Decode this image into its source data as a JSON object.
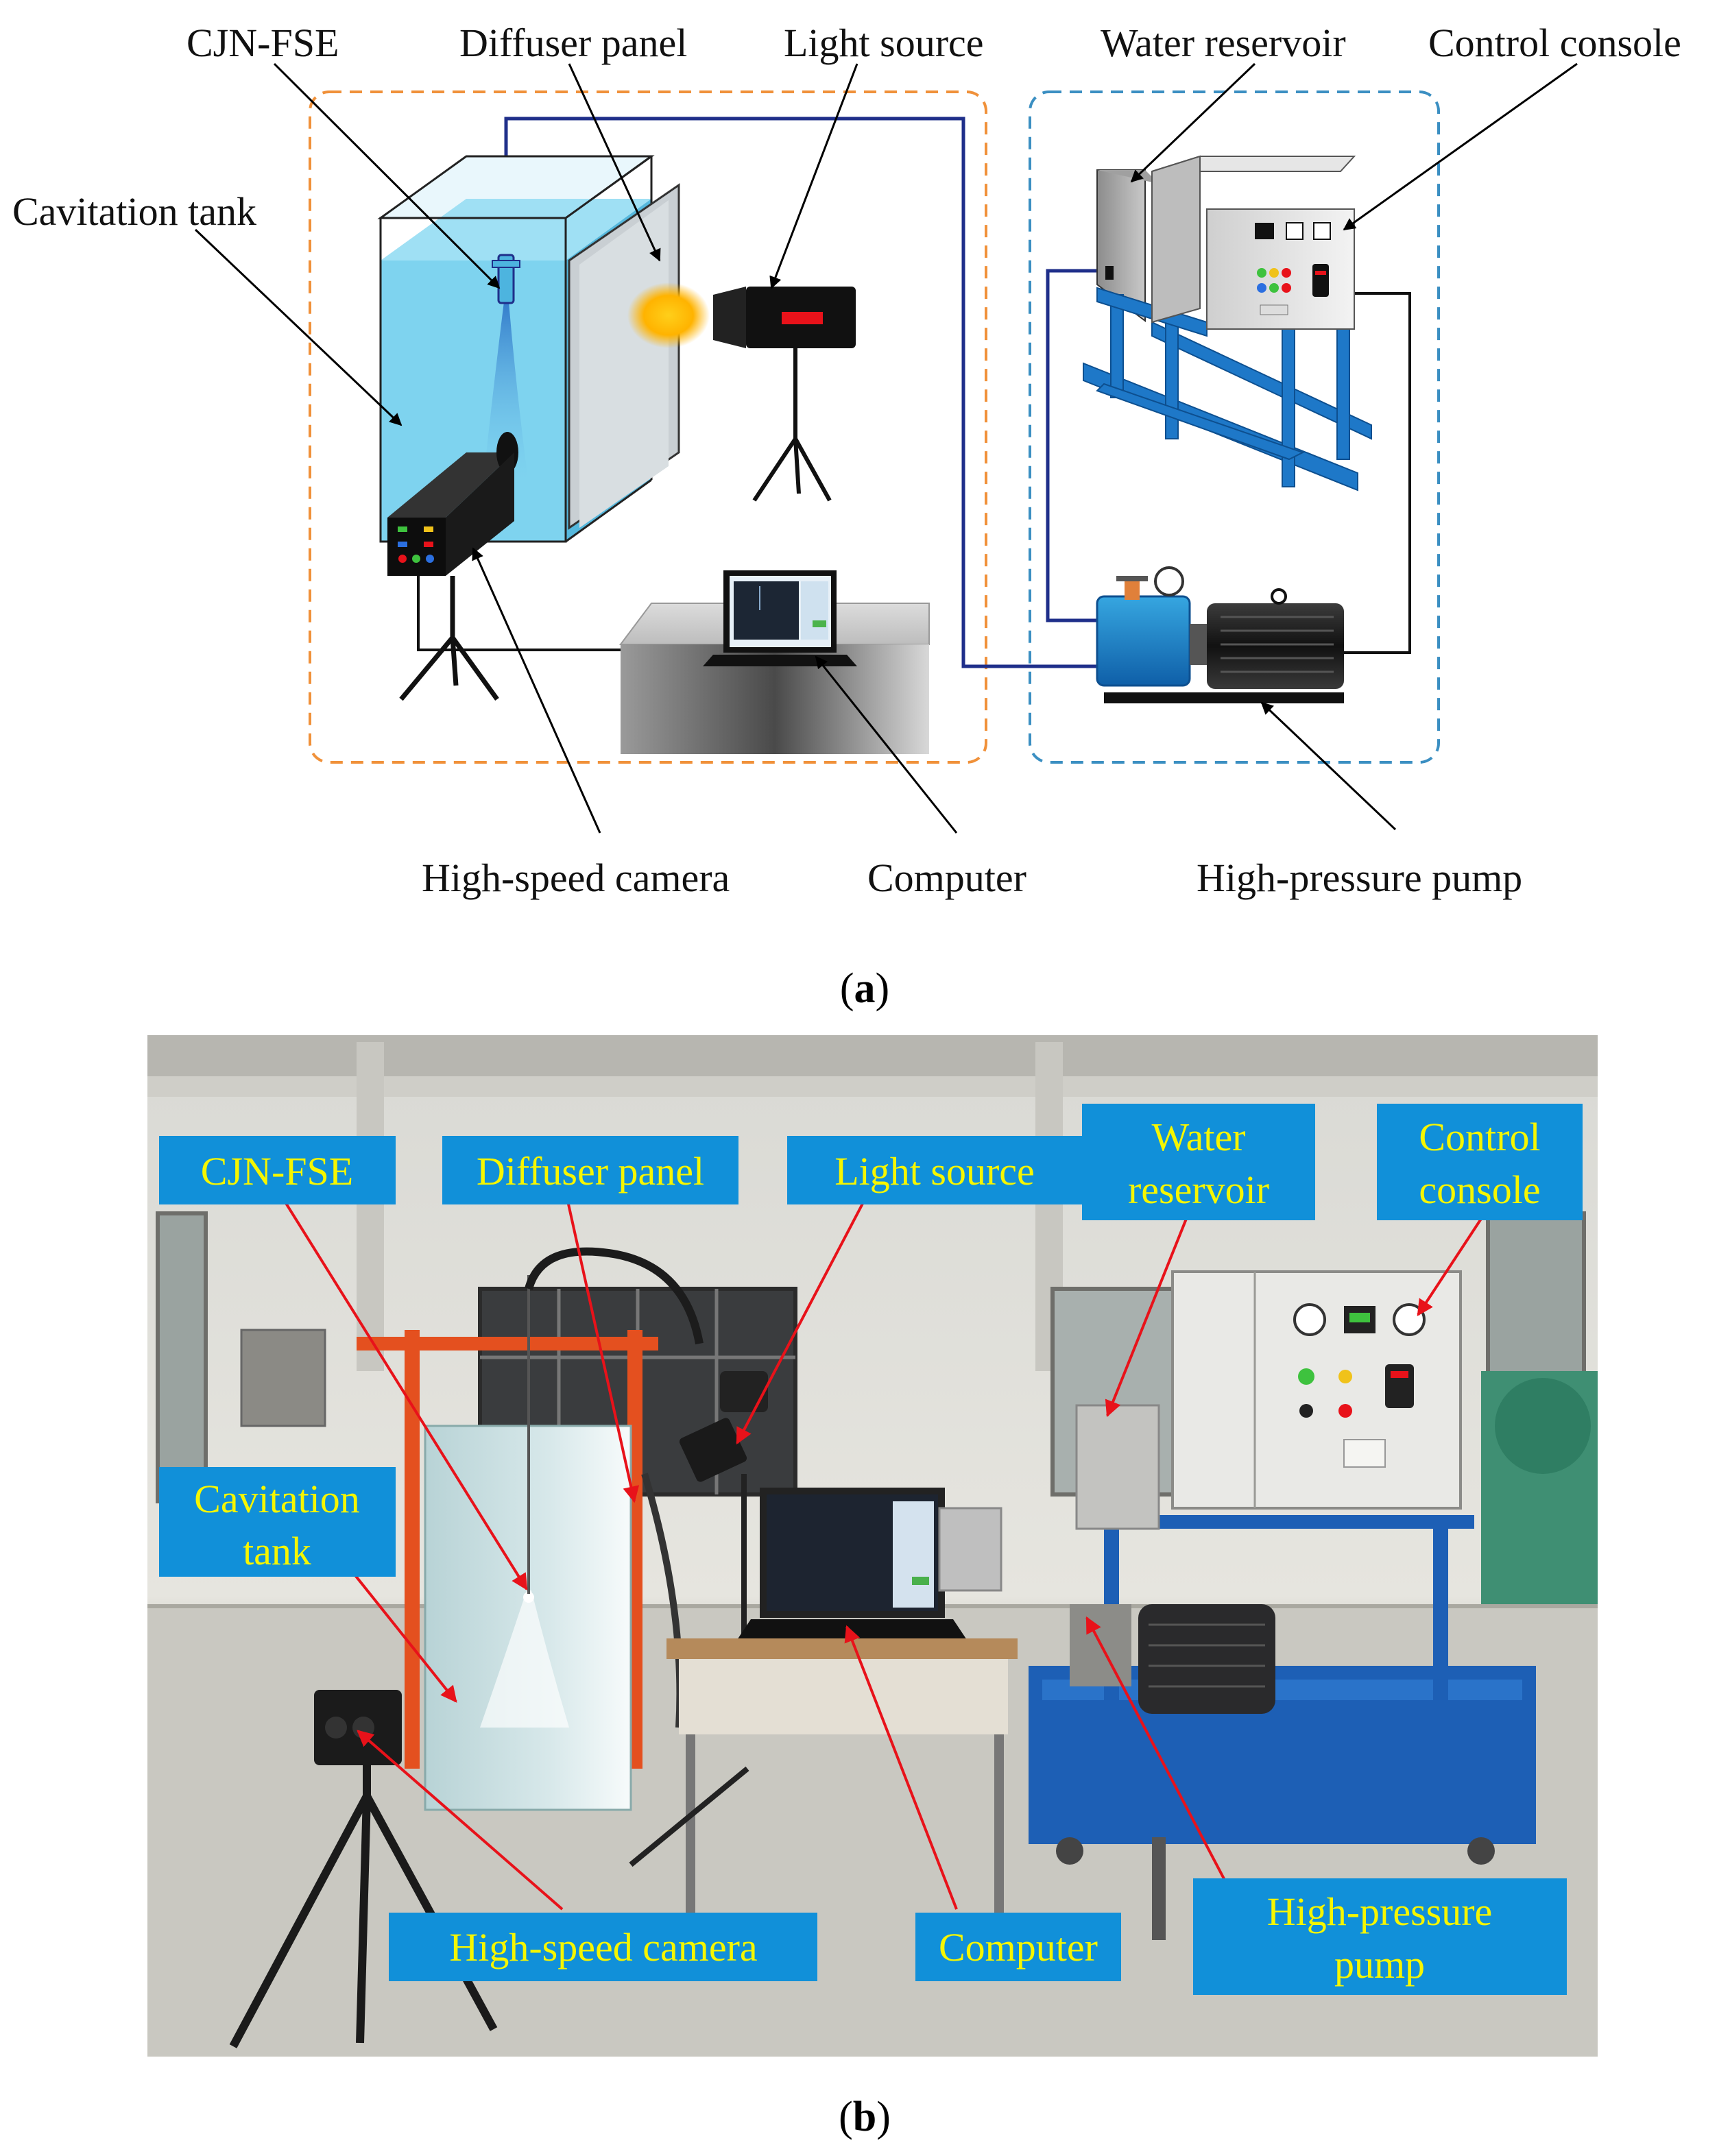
{
  "panel_a": {
    "labels": {
      "cjn_fse": "CJN-FSE",
      "diffuser_panel": "Diffuser panel",
      "light_source": "Light source",
      "water_reservoir": "Water reservoir",
      "control_console": "Control console",
      "cavitation_tank": "Cavitation tank",
      "high_speed_camera": "High-speed camera",
      "computer": "Computer",
      "high_pressure_pump": "High-pressure pump"
    },
    "caption": {
      "open": "(",
      "letter": "a",
      "close": ")"
    }
  },
  "panel_b": {
    "labels": {
      "cjn_fse": "CJN-FSE",
      "diffuser_panel": "Diffuser panel",
      "light_source": "Light source",
      "water_reservoir_l1": "Water",
      "water_reservoir_l2": "reservoir",
      "control_console_l1": "Control",
      "control_console_l2": "console",
      "cavitation_tank_l1": "Cavitation",
      "cavitation_tank_l2": "tank",
      "high_speed_camera": "High-speed camera",
      "computer": "Computer",
      "high_pressure_pump_l1": "High-pressure",
      "high_pressure_pump_l2": "pump"
    },
    "caption": {
      "open": "(",
      "letter": "b",
      "close": ")"
    }
  },
  "colors": {
    "orange_dashed": "#f0913a",
    "blue_dashed": "#3b8fc2",
    "pipe": "#1f2f8a",
    "water": "#7ed3ef",
    "label_box": "#1190d9",
    "label_text": "#f6f600",
    "arrow_red": "#e8121a"
  }
}
